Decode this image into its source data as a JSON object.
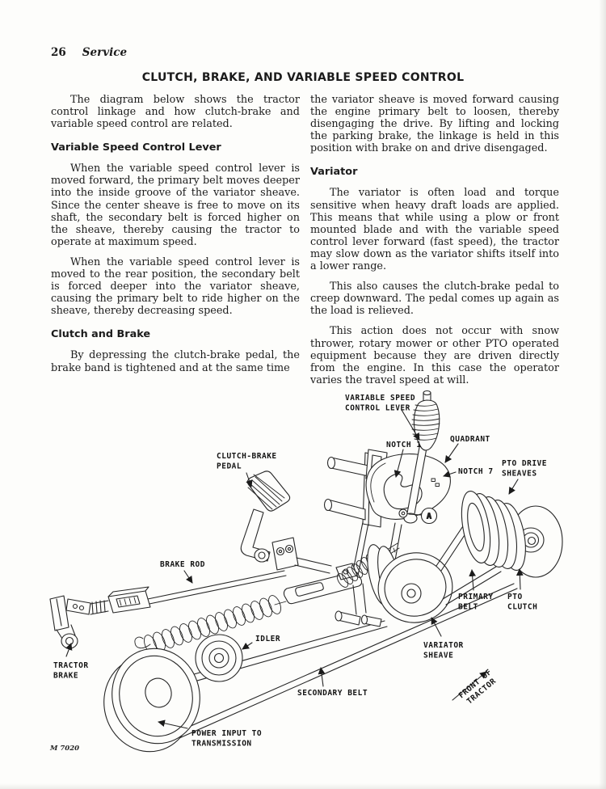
{
  "page": {
    "page_number": "26",
    "section": "Service",
    "title": "CLUTCH, BRAKE, AND VARIABLE SPEED CONTROL"
  },
  "columns": {
    "left": [
      {
        "type": "p",
        "text": "The diagram below shows the tractor control linkage and how clutch-brake and variable speed control are related."
      },
      {
        "type": "h",
        "text": "Variable Speed Control Lever"
      },
      {
        "type": "p",
        "text": "When the variable speed control lever is moved forward, the primary belt moves deeper into the inside groove of the variator sheave. Since the center sheave is free to move on its shaft, the secondary belt is forced higher on the sheave, thereby causing the tractor to operate at maximum speed."
      },
      {
        "type": "p",
        "text": "When the variable speed control lever is moved to the rear position, the secondary belt is forced deeper into the variator sheave, causing the primary belt to ride higher on the sheave, thereby decreasing speed."
      },
      {
        "type": "h",
        "text": "Clutch and Brake"
      },
      {
        "type": "p",
        "text": "By depressing the clutch-brake pedal, the brake band is tightened and at the same time"
      }
    ],
    "right": [
      {
        "type": "p",
        "indent": false,
        "text": "the variator sheave is moved forward causing the engine primary belt to loosen, thereby disengaging the drive. By lifting and locking the parking brake, the linkage is held in this position with brake on and drive disengaged."
      },
      {
        "type": "h",
        "text": "Variator"
      },
      {
        "type": "p",
        "text": "The variator is often load and torque sensitive when heavy draft loads are applied. This means that while using a plow or front mounted blade and with the variable speed control lever forward (fast speed), the tractor may slow down as the variator shifts itself into a lower range."
      },
      {
        "type": "p",
        "text": "This also causes the clutch-brake pedal to creep downward. The pedal comes up again as the load is relieved."
      },
      {
        "type": "p",
        "text": "This action does not occur with snow thrower, rotary mower or other PTO operated equipment because they are driven directly from the engine. In this case the operator varies the travel speed at will."
      }
    ]
  },
  "diagram": {
    "figure_code": "M 7020",
    "callout_a": "A",
    "labels": {
      "variable_speed_control_lever": [
        "VARIABLE SPEED",
        "CONTROL LEVER"
      ],
      "notch_1": [
        "NOTCH 1"
      ],
      "quadrant": [
        "QUADRANT"
      ],
      "notch_7": [
        "NOTCH 7"
      ],
      "pto_drive_sheaves": [
        "PTO DRIVE",
        "SHEAVES"
      ],
      "clutch_brake_pedal": [
        "CLUTCH-BRAKE",
        "PEDAL"
      ],
      "brake_rod": [
        "BRAKE ROD"
      ],
      "tractor_brake": [
        "TRACTOR",
        "BRAKE"
      ],
      "idler": [
        "IDLER"
      ],
      "power_input_to_transmission": [
        "POWER INPUT TO",
        "TRANSMISSION"
      ],
      "secondary_belt": [
        "SECONDARY BELT"
      ],
      "variator_sheave": [
        "VARIATOR",
        "SHEAVE"
      ],
      "primary_belt": [
        "PRIMARY",
        "BELT"
      ],
      "pto_clutch": [
        "PTO",
        "CLUTCH"
      ],
      "front_of_tractor": [
        "FRONT OF",
        "TRACTOR"
      ]
    }
  },
  "colors": {
    "paper": "#fdfdfb",
    "ink": "#1b1b1b"
  }
}
